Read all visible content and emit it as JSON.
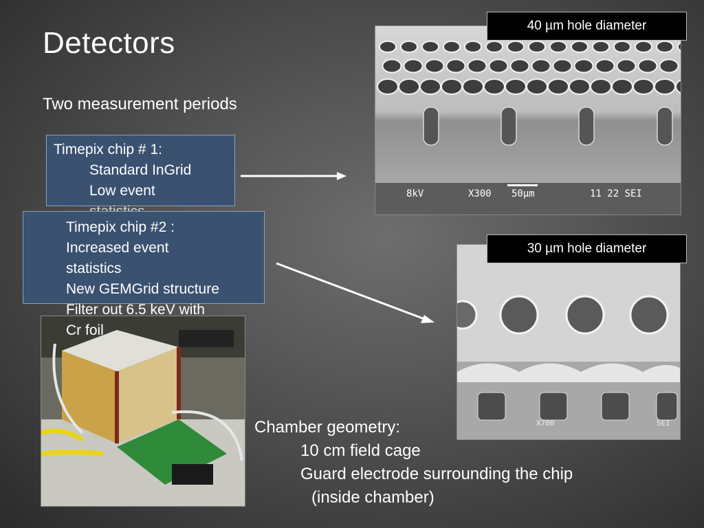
{
  "slide": {
    "title": "Detectors",
    "subtitle": "Two measurement periods",
    "box1": {
      "heading": "Timepix chip # 1:",
      "items": [
        "Standard InGrid",
        "Low event",
        "statistics"
      ]
    },
    "box2": {
      "heading": "Timepix chip #2 :",
      "items": [
        "Increased event",
        "statistics",
        "New GEMGrid structure",
        "Filter out 6.5 keV with",
        "Cr foil"
      ]
    },
    "label_top": "40 µm hole diameter",
    "label_bottom": "30 µm hole diameter",
    "sem_top_caption": {
      "voltage": "8kV",
      "magnification": "X300",
      "scale": "50µm",
      "id": "11 22 SEI"
    },
    "sem_bottom_caption": {
      "magnification": "X700",
      "id": "SEI"
    },
    "geometry": {
      "heading": "Chamber geometry:",
      "items": [
        "10 cm field cage",
        "Guard electrode surrounding the chip",
        "(inside chamber)"
      ]
    }
  },
  "colors": {
    "box_fill": "#3a5170",
    "box_border": "#8aa2c2",
    "label_bg": "#000000",
    "text": "#ffffff"
  }
}
